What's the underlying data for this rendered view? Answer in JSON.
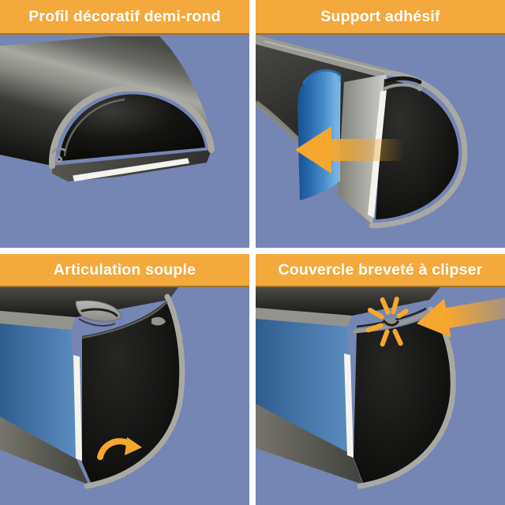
{
  "image_title": "Moulure demi-ronde - caractéristiques produit",
  "colors": {
    "banner": "#F3A93B",
    "banner_text": "#FFFFFF",
    "panel_background": "#7585B4",
    "divider": "#FFFFFF",
    "accent_arrow_orange": "#F5A72E",
    "adhesive_film_blue": "#3D84C6",
    "profile_gray": "#8F8F8A",
    "profile_interior": "#0A0A09",
    "adhesive_strip_white": "#F4F4EF"
  },
  "quadrants": [
    {
      "id": "q1",
      "label": "Profil décoratif demi-rond",
      "illustration": "half-round-decorative-profile"
    },
    {
      "id": "q2",
      "label": "Support adhésif",
      "illustration": "adhesive-backing-peel",
      "icon": "peel-arrow-left-icon"
    },
    {
      "id": "q3",
      "label": "Articulation souple",
      "illustration": "flexible-hinge-open-cover",
      "icon": "rotate-arrow-icon"
    },
    {
      "id": "q4",
      "label": "Couvercle breveté à clipser",
      "illustration": "patented-clip-on-cover",
      "icon": "snap-arrow-icon"
    }
  ]
}
